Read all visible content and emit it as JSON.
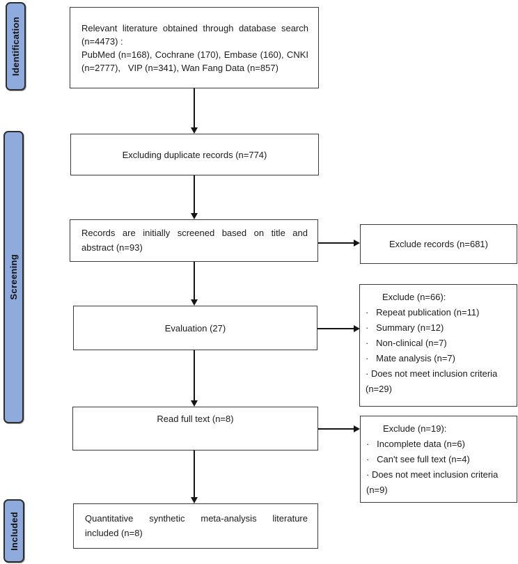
{
  "colors": {
    "stage_label_fill": "#8FAADC",
    "stage_label_border": "#2E2E2E",
    "box_border": "#3A3A3A",
    "arrow": "#151515",
    "text": "#1B1B1B",
    "background": "#FFFFFF"
  },
  "side_labels": {
    "identification": "Identification",
    "screening": "Screening",
    "included": "Included"
  },
  "boxes": {
    "search": {
      "paras": [
        [
          "Relevant literature obtained through database search",
          "(n=4473) :"
        ],
        [
          "PubMed (n=168), Cochrane (170), Embase (160), CNKI",
          "(n=2777),   VIP (n=341), Wan Fang Data (n=857)"
        ]
      ]
    },
    "duplicates": {
      "label": "Excluding duplicate records (n=774)"
    },
    "title_screen": {
      "paras": [
        [
          "Records are initially screened based on title and",
          "abstract (n=93)"
        ]
      ]
    },
    "evaluation": {
      "label": "Evaluation (27)"
    },
    "full_text": {
      "label": "Read full text (n=8)"
    },
    "included": {
      "paras": [
        [
          "Quantitative synthetic meta-analysis literature",
          "included (n=8)"
        ]
      ]
    }
  },
  "exclusions": {
    "records": {
      "label": "Exclude records (n=681)"
    },
    "evaluation": {
      "title": "Exclude (n=66):",
      "lines": [
        "·   Repeat publication (n=11)",
        "·   Summary (n=12)",
        "·   Non-clinical (n=7)",
        "·   Mate analysis (n=7)",
        "· Does not meet inclusion criteria",
        "(n=29)"
      ]
    },
    "full_text": {
      "title": "Exclude (n=19):",
      "lines": [
        "·   Incomplete data (n=6)",
        "·   Can't see full text (n=4)",
        "· Does not meet inclusion criteria",
        "(n=9)"
      ]
    }
  }
}
